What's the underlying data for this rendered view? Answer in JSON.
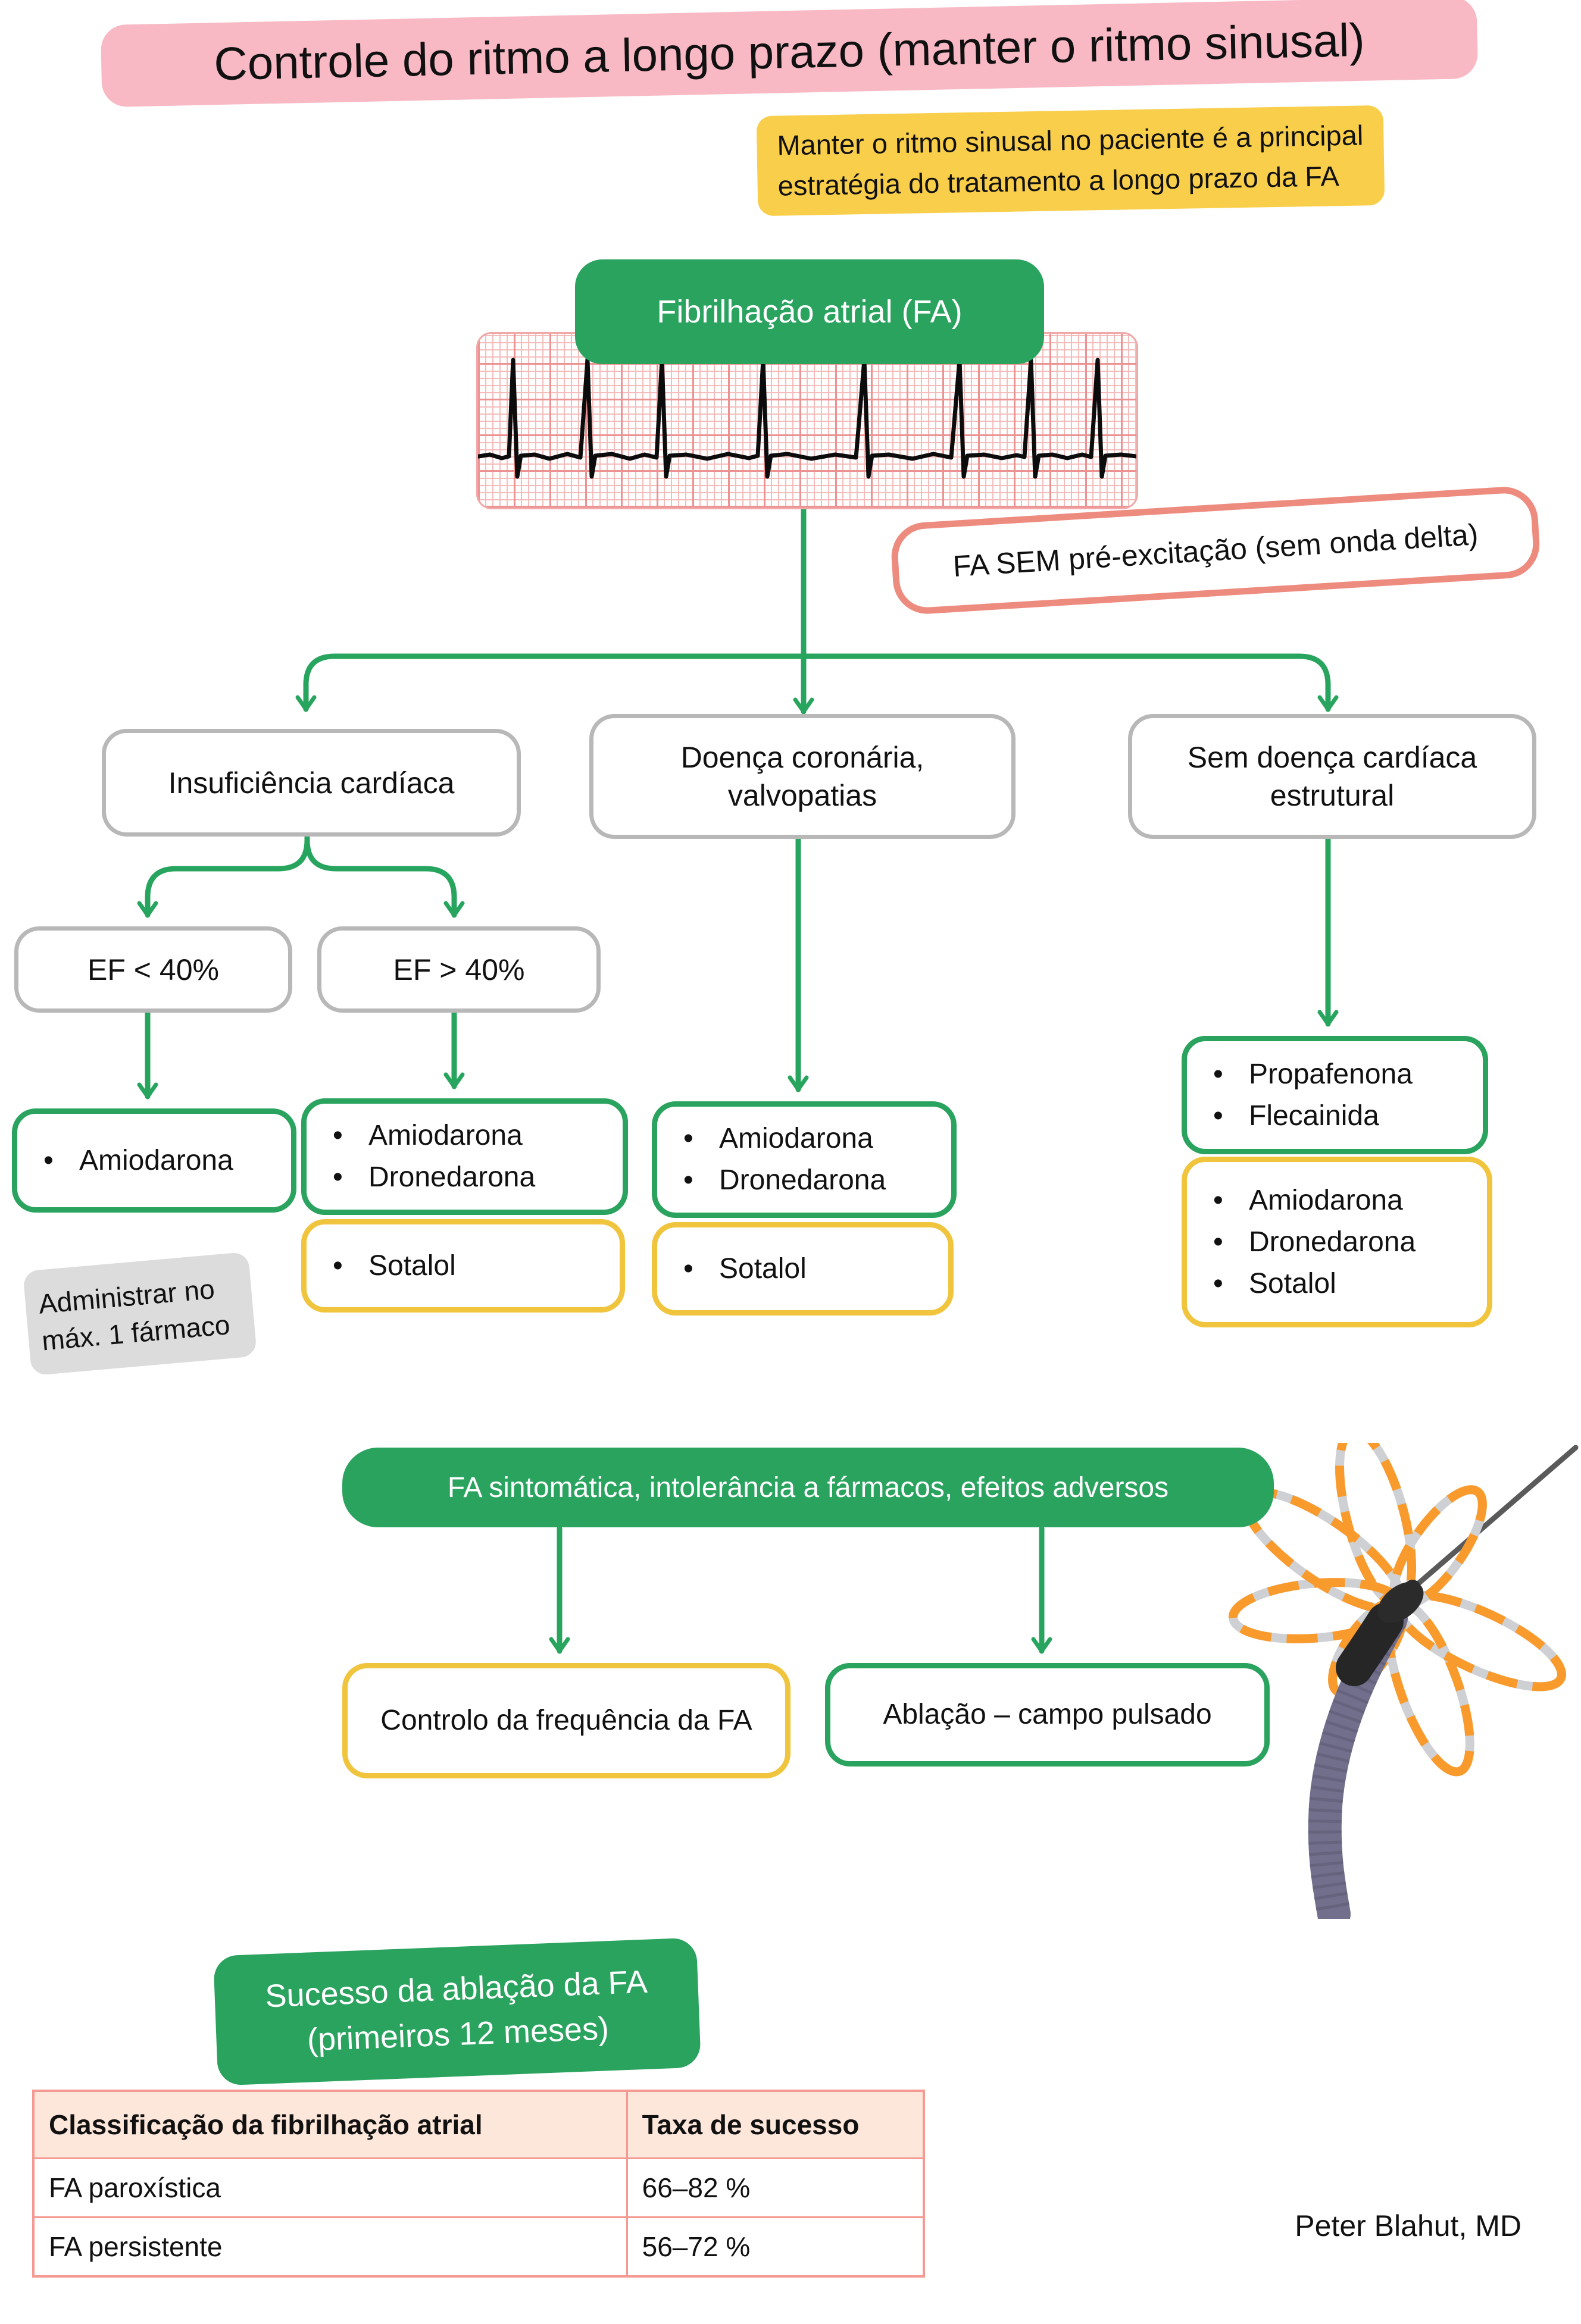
{
  "title": "Controle do ritmo a longo prazo (manter o ritmo sinusal)",
  "intro_note": {
    "line1": "Manter o ritmo sinusal no paciente é a principal",
    "line2": "estratégia do tratamento a longo prazo da FA"
  },
  "root_label": "Fibrilhação atrial (FA)",
  "ecg_note": "FA SEM pré-excitação (sem onda delta)",
  "branch_boxes": [
    {
      "label": "Insuficiência cardíaca"
    },
    {
      "label": "Doença coronária, valvopatias"
    },
    {
      "label": "Sem doença cardíaca estrutural"
    }
  ],
  "ef_boxes": [
    {
      "label": "EF < 40%"
    },
    {
      "label": "EF > 40%"
    }
  ],
  "drugs": {
    "ef_lt40_green": [
      "Amiodarona"
    ],
    "ef_gt40_green": [
      "Amiodarona",
      "Dronedarona"
    ],
    "ef_gt40_yellow": [
      "Sotalol"
    ],
    "coronary_green": [
      "Amiodarona",
      "Dronedarona"
    ],
    "coronary_yellow": [
      "Sotalol"
    ],
    "no_structural_green": [
      "Propafenona",
      "Flecainida"
    ],
    "no_structural_yellow": [
      "Amiodarona",
      "Dronedarona",
      "Sotalol"
    ]
  },
  "gray_note": "Administrar no máx. 1 fármaco",
  "escalation_bar": "FA sintomática, intolerância a fármacos, efeitos adversos",
  "outcomes": [
    {
      "label": "Controlo da frequência da FA"
    },
    {
      "label": "Ablação – campo pulsado"
    }
  ],
  "success_header": {
    "line1": "Sucesso da ablação da FA",
    "line2": "(primeiros 12 meses)"
  },
  "success_table": {
    "headers": [
      "Classificação da fibrilhação atrial",
      "Taxa de sucesso"
    ],
    "rows": [
      {
        "classification": "FA paroxística",
        "rate": "66–82 %"
      },
      {
        "classification": "FA persistente",
        "rate": "56–72 %"
      }
    ]
  },
  "credit": "Peter Blahut, MD",
  "colors": {
    "green": "#2aa35f",
    "highlight_yellow": "#f9ce4a",
    "border_yellow": "#f0c53d",
    "title_pink": "#f8b9c4",
    "salmon_border": "#ee8b7f",
    "table_border": "#f59a93",
    "table_header_bg": "#fde6da",
    "gray_border": "#b8b8b8",
    "note_gray": "#dcdcdc",
    "catheter_orange": "#f89b2c"
  }
}
